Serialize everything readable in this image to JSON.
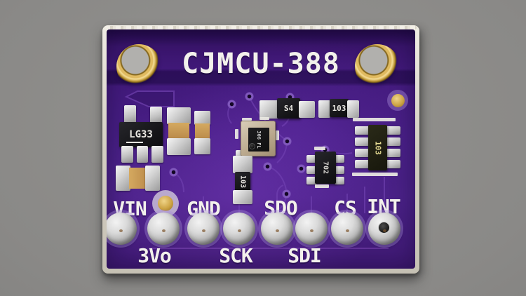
{
  "scene": {
    "description": "Purple CJMCU-388 pressure sensor breakout PCB photographed on a gray surface"
  },
  "board": {
    "title": "CJMCU-388",
    "pad_count": 8,
    "hole_count": 2,
    "pins": [
      {
        "label": "VIN",
        "row": "top"
      },
      {
        "label": "3Vo",
        "row": "bottom"
      },
      {
        "label": "GND",
        "row": "top"
      },
      {
        "label": "SCK",
        "row": "bottom"
      },
      {
        "label": "SDO",
        "row": "top"
      },
      {
        "label": "SDI",
        "row": "bottom"
      },
      {
        "label": "CS",
        "row": "top"
      },
      {
        "label": "INT",
        "row": "top"
      }
    ],
    "components": {
      "regulator_marking": "LG33",
      "diode_marking": "S4",
      "resistor_top_marking": "103",
      "resistor_mid_marking": "103",
      "resistor_network_marking": "103",
      "ic_marking": "702",
      "sensor_marking": "306 FL"
    },
    "colors": {
      "pcb_purple": "#4a2187",
      "background_gray": "#8b8a88",
      "gold": "#c8a245",
      "silkscreen_white": "#f2efe9",
      "solder_silver": "#c9c9c9",
      "component_black": "#1b1b1e",
      "capacitor_tan": "#c59a55"
    }
  }
}
